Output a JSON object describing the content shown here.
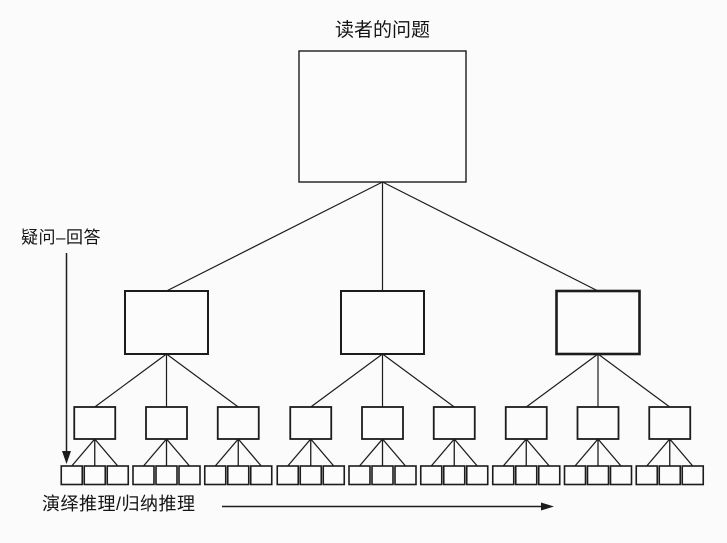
{
  "colors": {
    "background": "#fbfbfb",
    "line": "#1c1c1c",
    "text": "#141414",
    "box_fill": "#fcfcfc"
  },
  "labels": {
    "title": "读者的问题",
    "left_process": "疑问–回答",
    "bottom_process": "演绎推理/归纳推理"
  },
  "arrows": {
    "left": {
      "label": "疑问–回答",
      "direction": "down"
    },
    "bottom": {
      "label": "演绎推理/归纳推理",
      "direction": "right"
    }
  },
  "tree": {
    "root_label": "",
    "branch_count": 3,
    "leaves_per_branch": 3,
    "subleaves_per_leaf": 3,
    "levels": 4,
    "total_boxes": 40,
    "boxes_have_text": false
  }
}
